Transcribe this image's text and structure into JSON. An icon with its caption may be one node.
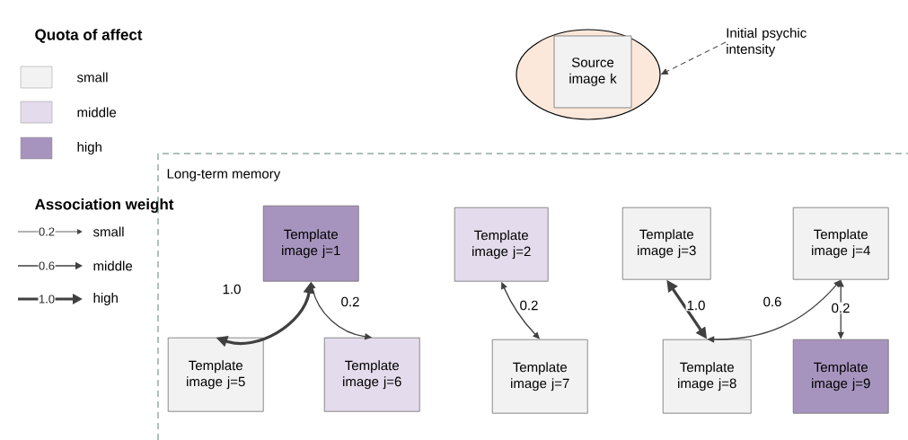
{
  "diagram": {
    "nodes": [
      {
        "text": [],
        "shape": "ellipse"
      },
      {
        "text": [
          "Source image k"
        ],
        "in": 0
      },
      {
        "text": [
          "Initial psychic intensity"
        ]
      },
      {
        "text": [
          "Long-term memory"
        ]
      },
      {
        "text": [
          "Template image j=1"
        ],
        "in": 3
      },
      {
        "text": [
          "Template image j=2"
        ],
        "in": 3
      },
      {
        "text": [
          "Template image j=3"
        ],
        "in": 3
      },
      {
        "text": [
          "Template image j=4"
        ],
        "in": 3
      },
      {
        "text": [
          "Template image j=5"
        ],
        "in": 3
      },
      {
        "text": [
          "Template image j=6"
        ],
        "in": 3
      },
      {
        "text": [
          "Template image j=7"
        ],
        "in": 3
      },
      {
        "text": [
          "Template image j=8"
        ],
        "in": 3
      },
      {
        "text": [
          "Template image j=9"
        ],
        "in": 3
      }
    ],
    "edges": [
      {
        "from": 2,
        "to": 0,
        "arrow": "to",
        "style": "dashed"
      },
      {
        "from": 4,
        "to": 8,
        "arrow": "both",
        "label": "1.0",
        "style": "thick"
      },
      {
        "from": 4,
        "to": 9,
        "arrow": "both",
        "label": "0.2"
      },
      {
        "from": 5,
        "to": 10,
        "arrow": "both",
        "label": "0.2"
      },
      {
        "from": 6,
        "to": 11,
        "arrow": "both",
        "label": "1.0",
        "style": "thick"
      },
      {
        "from": 7,
        "to": 11,
        "arrow": "both",
        "label": "0.6"
      },
      {
        "from": 7,
        "to": 12,
        "arrow": "both",
        "label": "0.2"
      }
    ],
    "labels": [
      "Quota of affect",
      "Association weight",
      "0.2",
      "0.6",
      "1.0"
    ],
    "legend": [
      {
        "text": "small",
        "color": "#f2f2f2"
      },
      {
        "text": "middle",
        "color": "#e4dcec"
      },
      {
        "text": "high",
        "color": "#a794be"
      },
      {
        "text": "small"
      },
      {
        "text": "middle"
      },
      {
        "text": "high"
      }
    ]
  }
}
